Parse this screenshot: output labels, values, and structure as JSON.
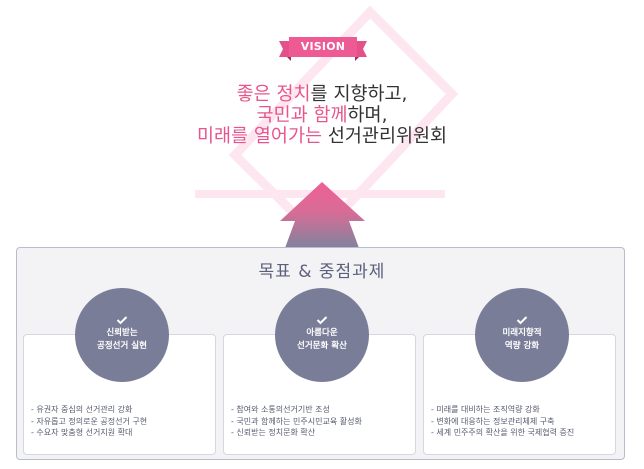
{
  "vision": {
    "badge": "VISION",
    "line1": {
      "pink": "좋은 정치",
      "dark": "를 지향하고,"
    },
    "line2": {
      "pink": "국민과 함께",
      "dark": "하며,"
    },
    "line3": {
      "pink": "미래를 열어가는",
      "dark": " 선거관리위원회"
    }
  },
  "goals": {
    "title": "목표 & 중점과제",
    "items": [
      {
        "title_line1": "신뢰받는",
        "title_line2": "공정선거 실현",
        "tasks": [
          "- 유권자 중심의 선거관리 강화",
          "- 자유롭고 정의로운 공정선거 구현",
          "- 수요자 맞춤형 선거지원 확대"
        ]
      },
      {
        "title_line1": "아름다운",
        "title_line2": "선거문화 확산",
        "tasks": [
          "- 참여와 소통의선거기반 조성",
          "- 국민과 함께하는 민주시민교육 활성화",
          "- 신뢰받는 정치문화 확산"
        ]
      },
      {
        "title_line1": "미래지향적",
        "title_line2": "역량 강화",
        "tasks": [
          "- 미래를 대비하는 조직역량 강화",
          "- 변화에 대응하는 정보관리체제 구축",
          "- 세계 민주주의 확산을 위한 국제협력 증진"
        ]
      }
    ]
  },
  "colors": {
    "accent_pink": "#e8558c",
    "circle_slate": "#7a7d98",
    "panel_bg": "#f3f3f5",
    "diamond_pink": "#fde6ef"
  },
  "icons": {
    "goal_marker": "check-icon",
    "vision_arrow": "up-arrow-icon"
  }
}
